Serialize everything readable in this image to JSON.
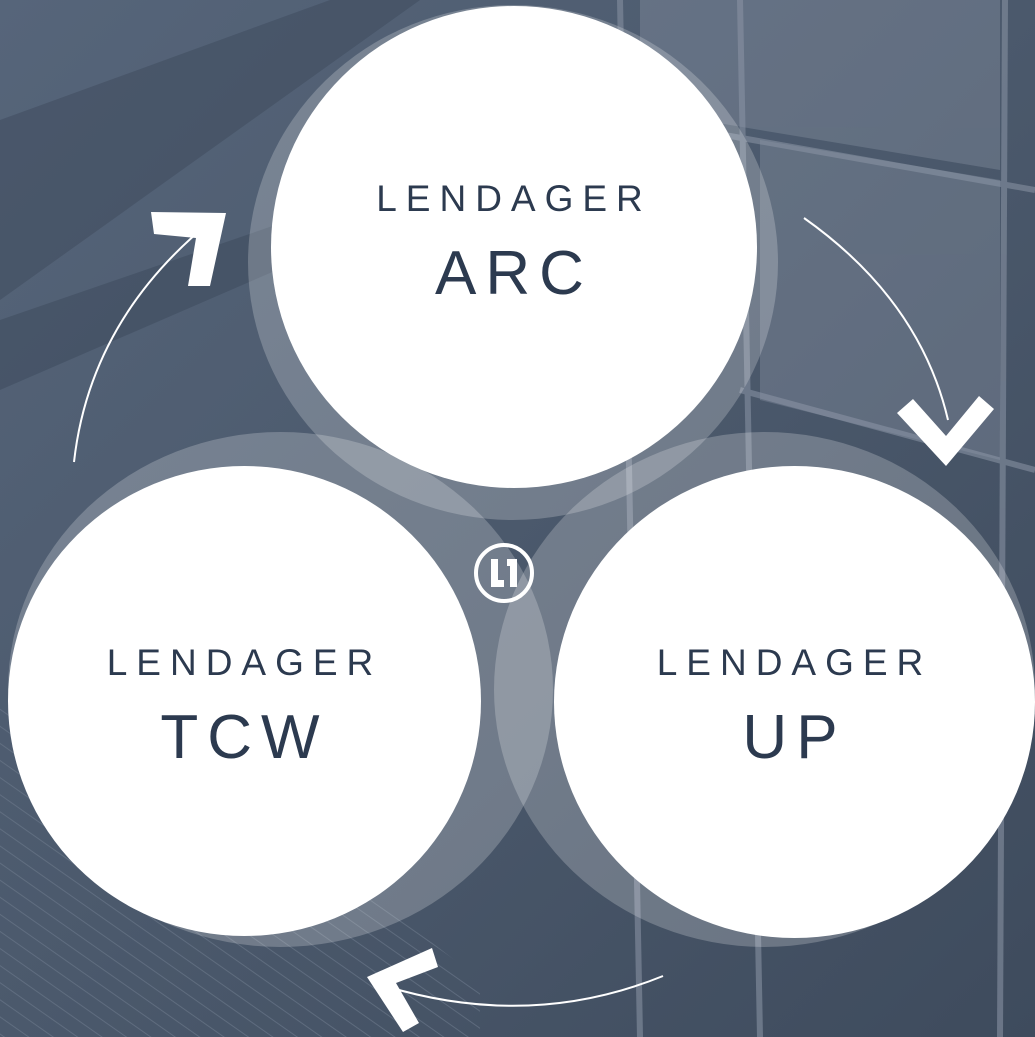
{
  "circles": {
    "arc": {
      "prefix": "LENDAGER",
      "name": "ARC"
    },
    "tcw": {
      "prefix": "LENDAGER",
      "name": "TCW"
    },
    "up": {
      "prefix": "LENDAGER",
      "name": "UP"
    }
  },
  "logo": {
    "icon": "lendager-logo-icon"
  },
  "arrows": [
    "arrow-arc-to-up",
    "arrow-up-to-tcw",
    "arrow-tcw-to-arc"
  ],
  "colors": {
    "background": "#4d5b6e",
    "circle_fill": "#ffffff",
    "text": "#2c3a4f",
    "arrow": "#ffffff"
  }
}
